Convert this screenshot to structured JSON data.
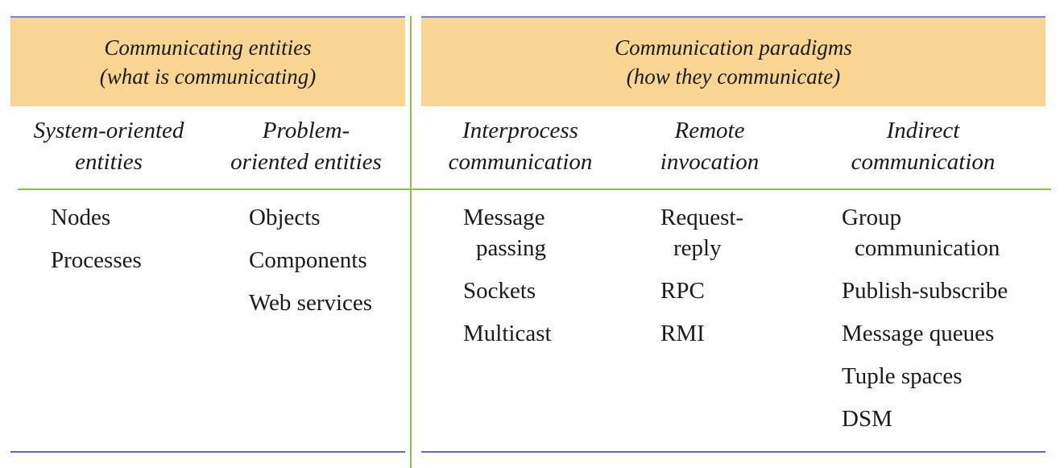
{
  "entities": {
    "header": [
      "Communicating entities",
      "(what is communicating)"
    ],
    "columns": [
      {
        "heading": [
          "System-oriented",
          "entities"
        ],
        "items": [
          [
            "Nodes"
          ],
          [
            "Processes"
          ]
        ]
      },
      {
        "heading": [
          "Problem-",
          "oriented entities"
        ],
        "items": [
          [
            "Objects"
          ],
          [
            "Components"
          ],
          [
            "Web services"
          ]
        ]
      }
    ]
  },
  "paradigms": {
    "header": [
      "Communication paradigms",
      "(how they communicate)"
    ],
    "columns": [
      {
        "heading": [
          "Interprocess",
          "communication"
        ],
        "items": [
          [
            "Message",
            "passing"
          ],
          [
            "Sockets"
          ],
          [
            "Multicast"
          ]
        ]
      },
      {
        "heading": [
          "Remote",
          "invocation"
        ],
        "items": [
          [
            "Request-",
            "reply"
          ],
          [
            "RPC"
          ],
          [
            "RMI"
          ]
        ]
      },
      {
        "heading": [
          "Indirect",
          "communication"
        ],
        "items": [
          [
            "Group",
            "communication"
          ],
          [
            "Publish-subscribe"
          ],
          [
            "Message queues"
          ],
          [
            "Tuple spaces"
          ],
          [
            "DSM"
          ]
        ]
      }
    ]
  },
  "colors": {
    "header_fill": "#f9d594",
    "rule_green": "#8bc34a",
    "rule_blue": "#5c6bc0"
  }
}
